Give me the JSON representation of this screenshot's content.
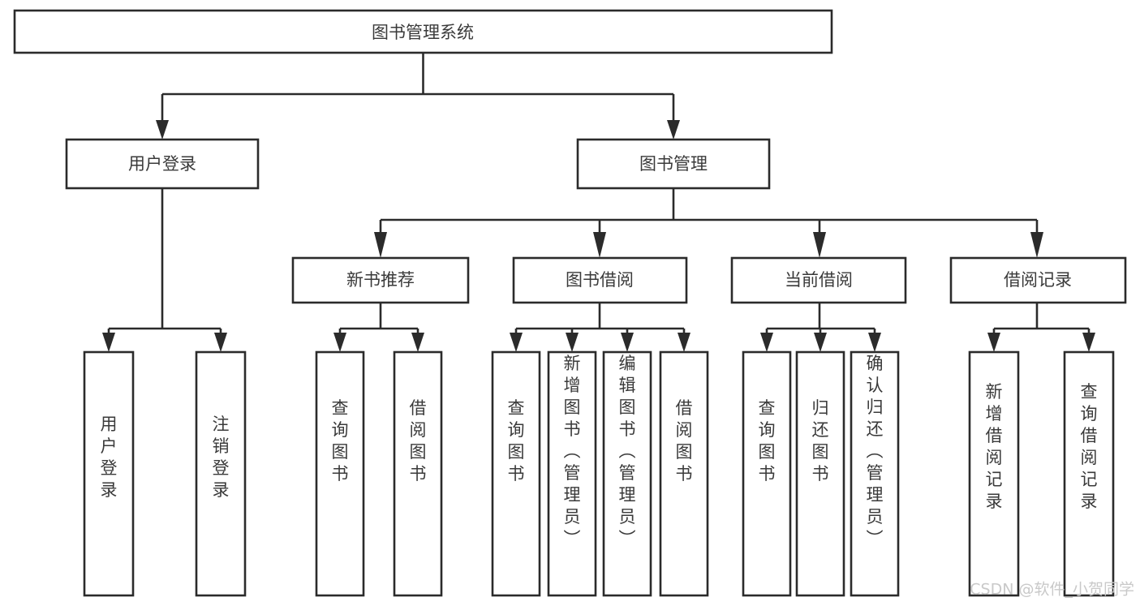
{
  "diagram": {
    "title": "图书管理系统",
    "type": "tree-hierarchy",
    "root": {
      "label": "图书管理系统"
    },
    "level2": [
      {
        "label": "用户登录"
      },
      {
        "label": "图书管理"
      }
    ],
    "level3": [
      {
        "label": "新书推荐"
      },
      {
        "label": "图书借阅"
      },
      {
        "label": "当前借阅"
      },
      {
        "label": "借阅记录"
      }
    ],
    "leaves_login": [
      {
        "label": "用户登录"
      },
      {
        "label": "注销登录"
      }
    ],
    "leaves_new_book": [
      {
        "label": "查询图书"
      },
      {
        "label": "借阅图书"
      }
    ],
    "leaves_borrow": [
      {
        "label": "查询图书"
      },
      {
        "label": "新增图书（管理员）"
      },
      {
        "label": "编辑图书（管理员）"
      },
      {
        "label": "借阅图书"
      }
    ],
    "leaves_current": [
      {
        "label": "查询图书"
      },
      {
        "label": "归还图书"
      },
      {
        "label": "确认归还（管理员）"
      }
    ],
    "leaves_record": [
      {
        "label": "新增借阅记录"
      },
      {
        "label": "查询借阅记录"
      }
    ]
  },
  "watermark": {
    "text": "CSDN @软件_小贺同学"
  },
  "colors": {
    "stroke": "#2b2b2b",
    "box_fill": "#ffffff",
    "text": "#3a3a3a",
    "watermark": "#c9c9c9",
    "background": "#ffffff"
  }
}
